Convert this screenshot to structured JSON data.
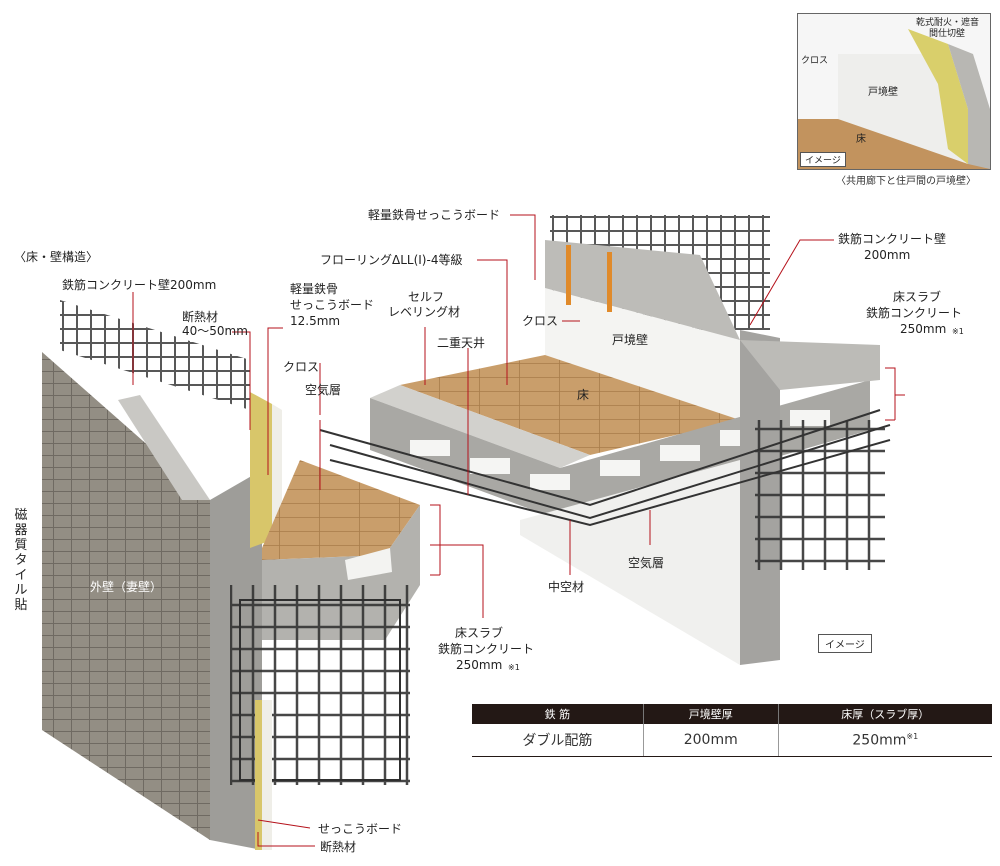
{
  "inset": {
    "label_fire_wall": "乾式耐火・遮音",
    "label_fire_wall_2": "間仕切壁",
    "label_cloth": "クロス",
    "label_partition": "戸境壁",
    "label_floor": "床",
    "image_tag": "イメージ",
    "caption": "〈共用廊下と住戸間の戸境壁〉"
  },
  "left": {
    "section_title": "〈床・壁構造〉",
    "rc_wall": "鉄筋コンクリート壁200mm",
    "insulation_1": "断熱材",
    "insulation_2": "40〜50mm",
    "lgs_1": "軽量鉄骨",
    "lgs_2": "せっこうボード",
    "lgs_3": "12.5mm",
    "cloth": "クロス",
    "air_layer": "空気層",
    "tile": "磁器質タイル貼",
    "outer_wall": "外壁（妻壁）",
    "slab_1": "床スラブ",
    "slab_2": "鉄筋コンクリート",
    "slab_3": "250mm",
    "slab_note": "※1",
    "gypsum": "せっこうボード",
    "insulation_bottom": "断熱材"
  },
  "right": {
    "lgs_board": "軽量鉄骨せっこうボード",
    "flooring": "フローリングΔLL(I)-4等級",
    "leveling_1": "セルフ",
    "leveling_2": "レベリング材",
    "cloth": "クロス",
    "double_ceiling": "二重天井",
    "partition": "戸境壁",
    "floor": "床",
    "rc_wall_1": "鉄筋コンクリート壁",
    "rc_wall_2": "200mm",
    "slab_1": "床スラブ",
    "slab_2": "鉄筋コンクリート",
    "slab_3": "250mm",
    "slab_note": "※1",
    "air_layer": "空気層",
    "hollow": "中空材",
    "image_tag": "イメージ"
  },
  "spec_table": {
    "headers": [
      "鉄 筋",
      "戸境壁厚",
      "床厚（スラブ厚）"
    ],
    "row": [
      "ダブル配筋",
      "200mm",
      "250mm"
    ],
    "row_note": "※1"
  },
  "colors": {
    "leader": "#b5121b",
    "concrete": "#a8a8a6",
    "tile": "#8f8a80",
    "wood": "#c89e6c",
    "insulation": "#d8c66a",
    "rebar": "#3a3a3a"
  }
}
